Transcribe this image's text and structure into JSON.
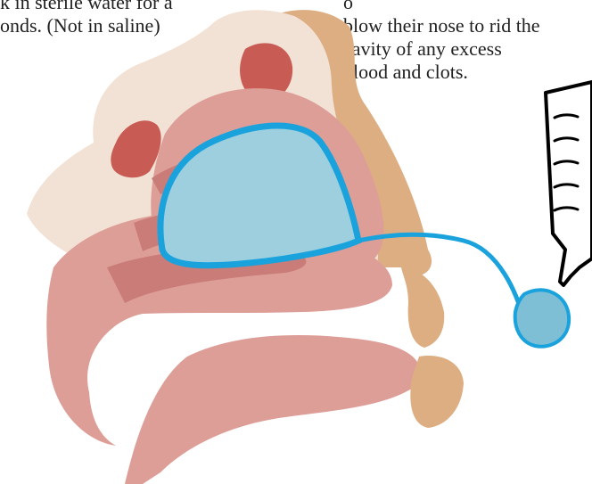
{
  "captions": {
    "left": [
      "k in sterile water for a",
      "onds. (Not in saline)"
    ],
    "right": [
      "o",
      "blow their nose to rid the",
      "cavity of any excess",
      "blood and clots."
    ]
  },
  "illustration": {
    "subject": "sagittal nasal cavity cross-section with inflatable nasal packing balloon and syringe",
    "parts": [
      "nasal-bone",
      "frontal-sinus",
      "sphenoid-sinus",
      "turbinates",
      "nasal-packing-balloon",
      "inflation-tube",
      "pilot-balloon",
      "syringe"
    ],
    "colors": {
      "bone": "#f2e2d5",
      "skin": "#dcae82",
      "tissue": "#de9e98",
      "tissue_dark": "#c97c78",
      "sinus": "#c85c54",
      "vessel": "#c0302a",
      "balloon_fill": "#9ecfdf",
      "balloon_outline": "#1aa2dc",
      "syringe_stroke": "#000000"
    }
  }
}
